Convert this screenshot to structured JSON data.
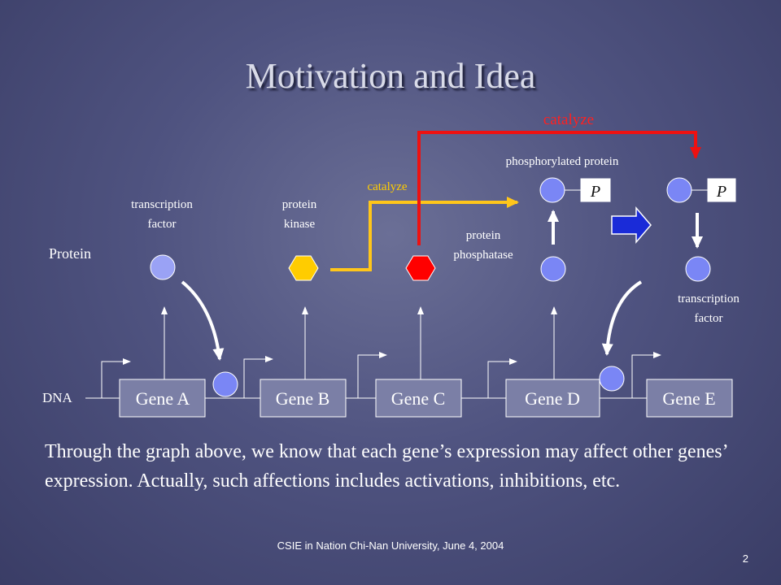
{
  "slide": {
    "title": "Motivation and Idea",
    "paragraph": "Through the graph above, we know that each gene’s expression may affect other genes’ expression.  Actually, such affections includes activations, inhibitions, etc.",
    "footer": "CSIE in Nation Chi-Nan University, June 4, 2004",
    "page_number": "2"
  },
  "diagram": {
    "row_labels": {
      "protein": "Protein",
      "dna": "DNA"
    },
    "genes": [
      "Gene A",
      "Gene B",
      "Gene C",
      "Gene D",
      "Gene E"
    ],
    "labels": {
      "transcription_factor_left": [
        "transcription",
        "factor"
      ],
      "protein_kinase": [
        "protein",
        "kinase"
      ],
      "protein_phosphatase": [
        "protein",
        "phosphatase"
      ],
      "phosphorylated_protein": "phosphorylated protein",
      "transcription_factor_right": [
        "transcription",
        "factor"
      ],
      "catalyze_yellow": "catalyze",
      "catalyze_red": "catalyze",
      "phosphate_1": "P",
      "phosphate_2": "P"
    },
    "colors": {
      "protein_blue": "#7a86f5",
      "tf_left": "#9aa2f5",
      "kinase_yellow": "#ffcc00",
      "phosphatase_red": "#ff0000",
      "arrow_yellow": "#ffc61a",
      "arrow_red": "#ee1111",
      "label_yellow": "#ffcc00",
      "label_red": "#ff2020",
      "block_arrow": "#1a2bd8"
    }
  }
}
